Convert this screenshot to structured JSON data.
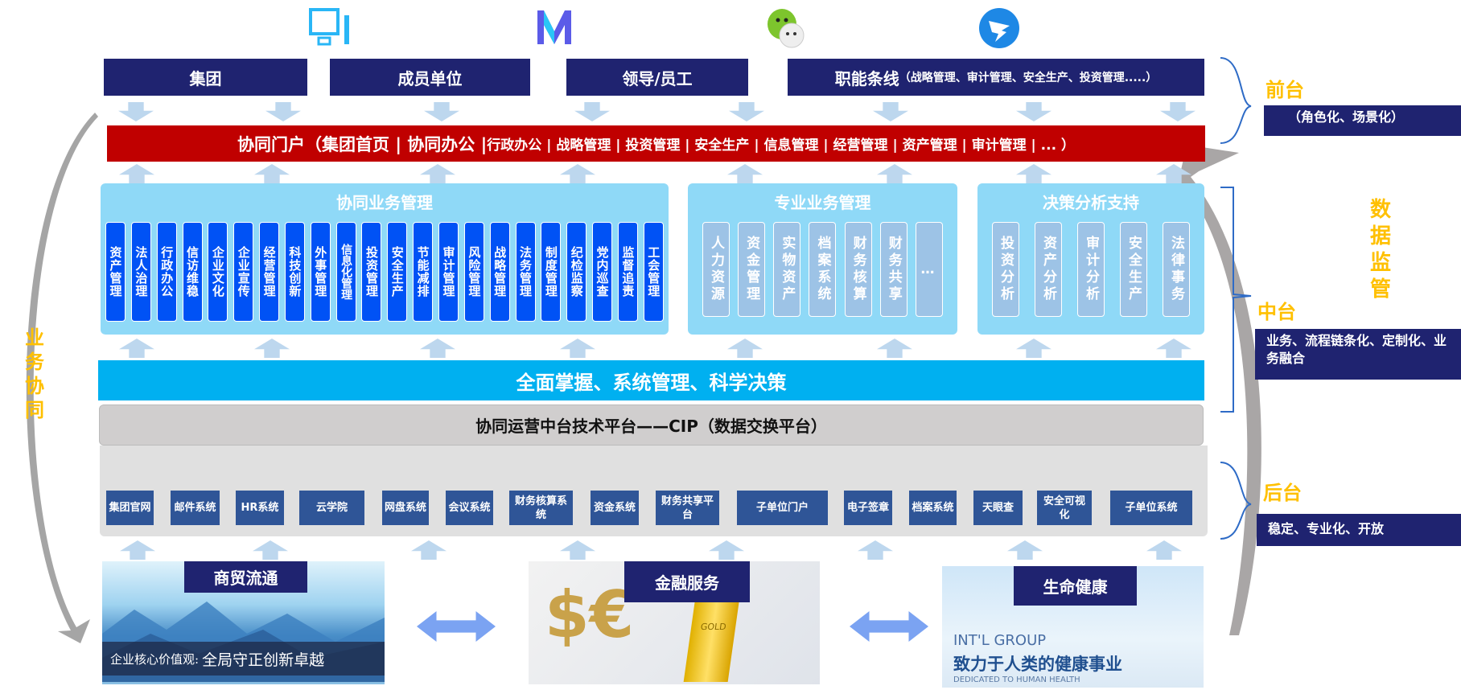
{
  "channels": [
    {
      "label": "集团",
      "icon": "monitor-icon"
    },
    {
      "label": "成员单位",
      "icon": "m-logo-icon"
    },
    {
      "label": "领导/员工",
      "icon": "wechat-icon"
    },
    {
      "label": "职能条线",
      "detail": "（战略管理、审计管理、安全生产、投资管理.....）",
      "icon": "dingtalk-icon"
    }
  ],
  "portal": {
    "main": "协同门户（集团首页 | 协同办公 |",
    "rest": " 行政办公 | 战略管理 | 投资管理 | 安全生产 | 信息管理 | 经营管理 | 资产管理 | 审计管理 | ... ）"
  },
  "panels": {
    "collab": {
      "title": "协同业务管理",
      "items": [
        "资产管理",
        "法人治理",
        "行政办公",
        "信访维稳",
        "企业文化",
        "企业宣传",
        "经营管理",
        "科技创新",
        "外事管理",
        "信息化管理",
        "投资管理",
        "安全生产",
        "节能减排",
        "审计管理",
        "风险管理",
        "战略管理",
        "法务管理",
        "制度管理",
        "纪检监察",
        "党内巡查",
        "监督追责",
        "工会管理"
      ]
    },
    "pro": {
      "title": "专业业务管理",
      "items": [
        "人力资源",
        "资金管理",
        "实物资产",
        "档案系统",
        "财务核算",
        "财务共享",
        "…"
      ]
    },
    "decision": {
      "title": "决策分析支持",
      "items": [
        "投资分析",
        "资产分析",
        "审计分析",
        "安全生产",
        "法律事务"
      ]
    }
  },
  "banner": "全面掌握、系统管理、科学决策",
  "platform": "协同运营中台技术平台——CIP（数据交换平台）",
  "systems": [
    "集团官网",
    "邮件系统",
    "HR系统",
    "云学院",
    "网盘系统",
    "会议系统",
    "财务核算系统",
    "资金系统",
    "财务共享平台",
    "子单位门户",
    "电子签章",
    "档案系统",
    "天眼查",
    "安全可视化",
    "子单位系统"
  ],
  "businesses": [
    {
      "label": "商贸流通",
      "caption_a": "企业核心价值观:",
      "caption_b": "全局守正创新卓越"
    },
    {
      "label": "金融服务",
      "gold": "GOLD"
    },
    {
      "label": "生命健康",
      "en": "INT'L GROUP",
      "cn": "致力于人类的健康事业",
      "en_sub": "DEDICATED TO HUMAN HEALTH"
    }
  ],
  "tiers": [
    {
      "label": "前台",
      "desc": "（角色化、场景化）"
    },
    {
      "label": "中台",
      "desc": "业务、流程链条化、定制化、业务融合"
    },
    {
      "label": "后台",
      "desc": "稳定、专业化、开放"
    }
  ],
  "left_arc_label": "业务协同",
  "right_arc_label": "数据监管",
  "colors": {
    "navy": "#1f2370",
    "red": "#c00000",
    "cyan": "#00b0f0",
    "accent": "#ffc000"
  }
}
